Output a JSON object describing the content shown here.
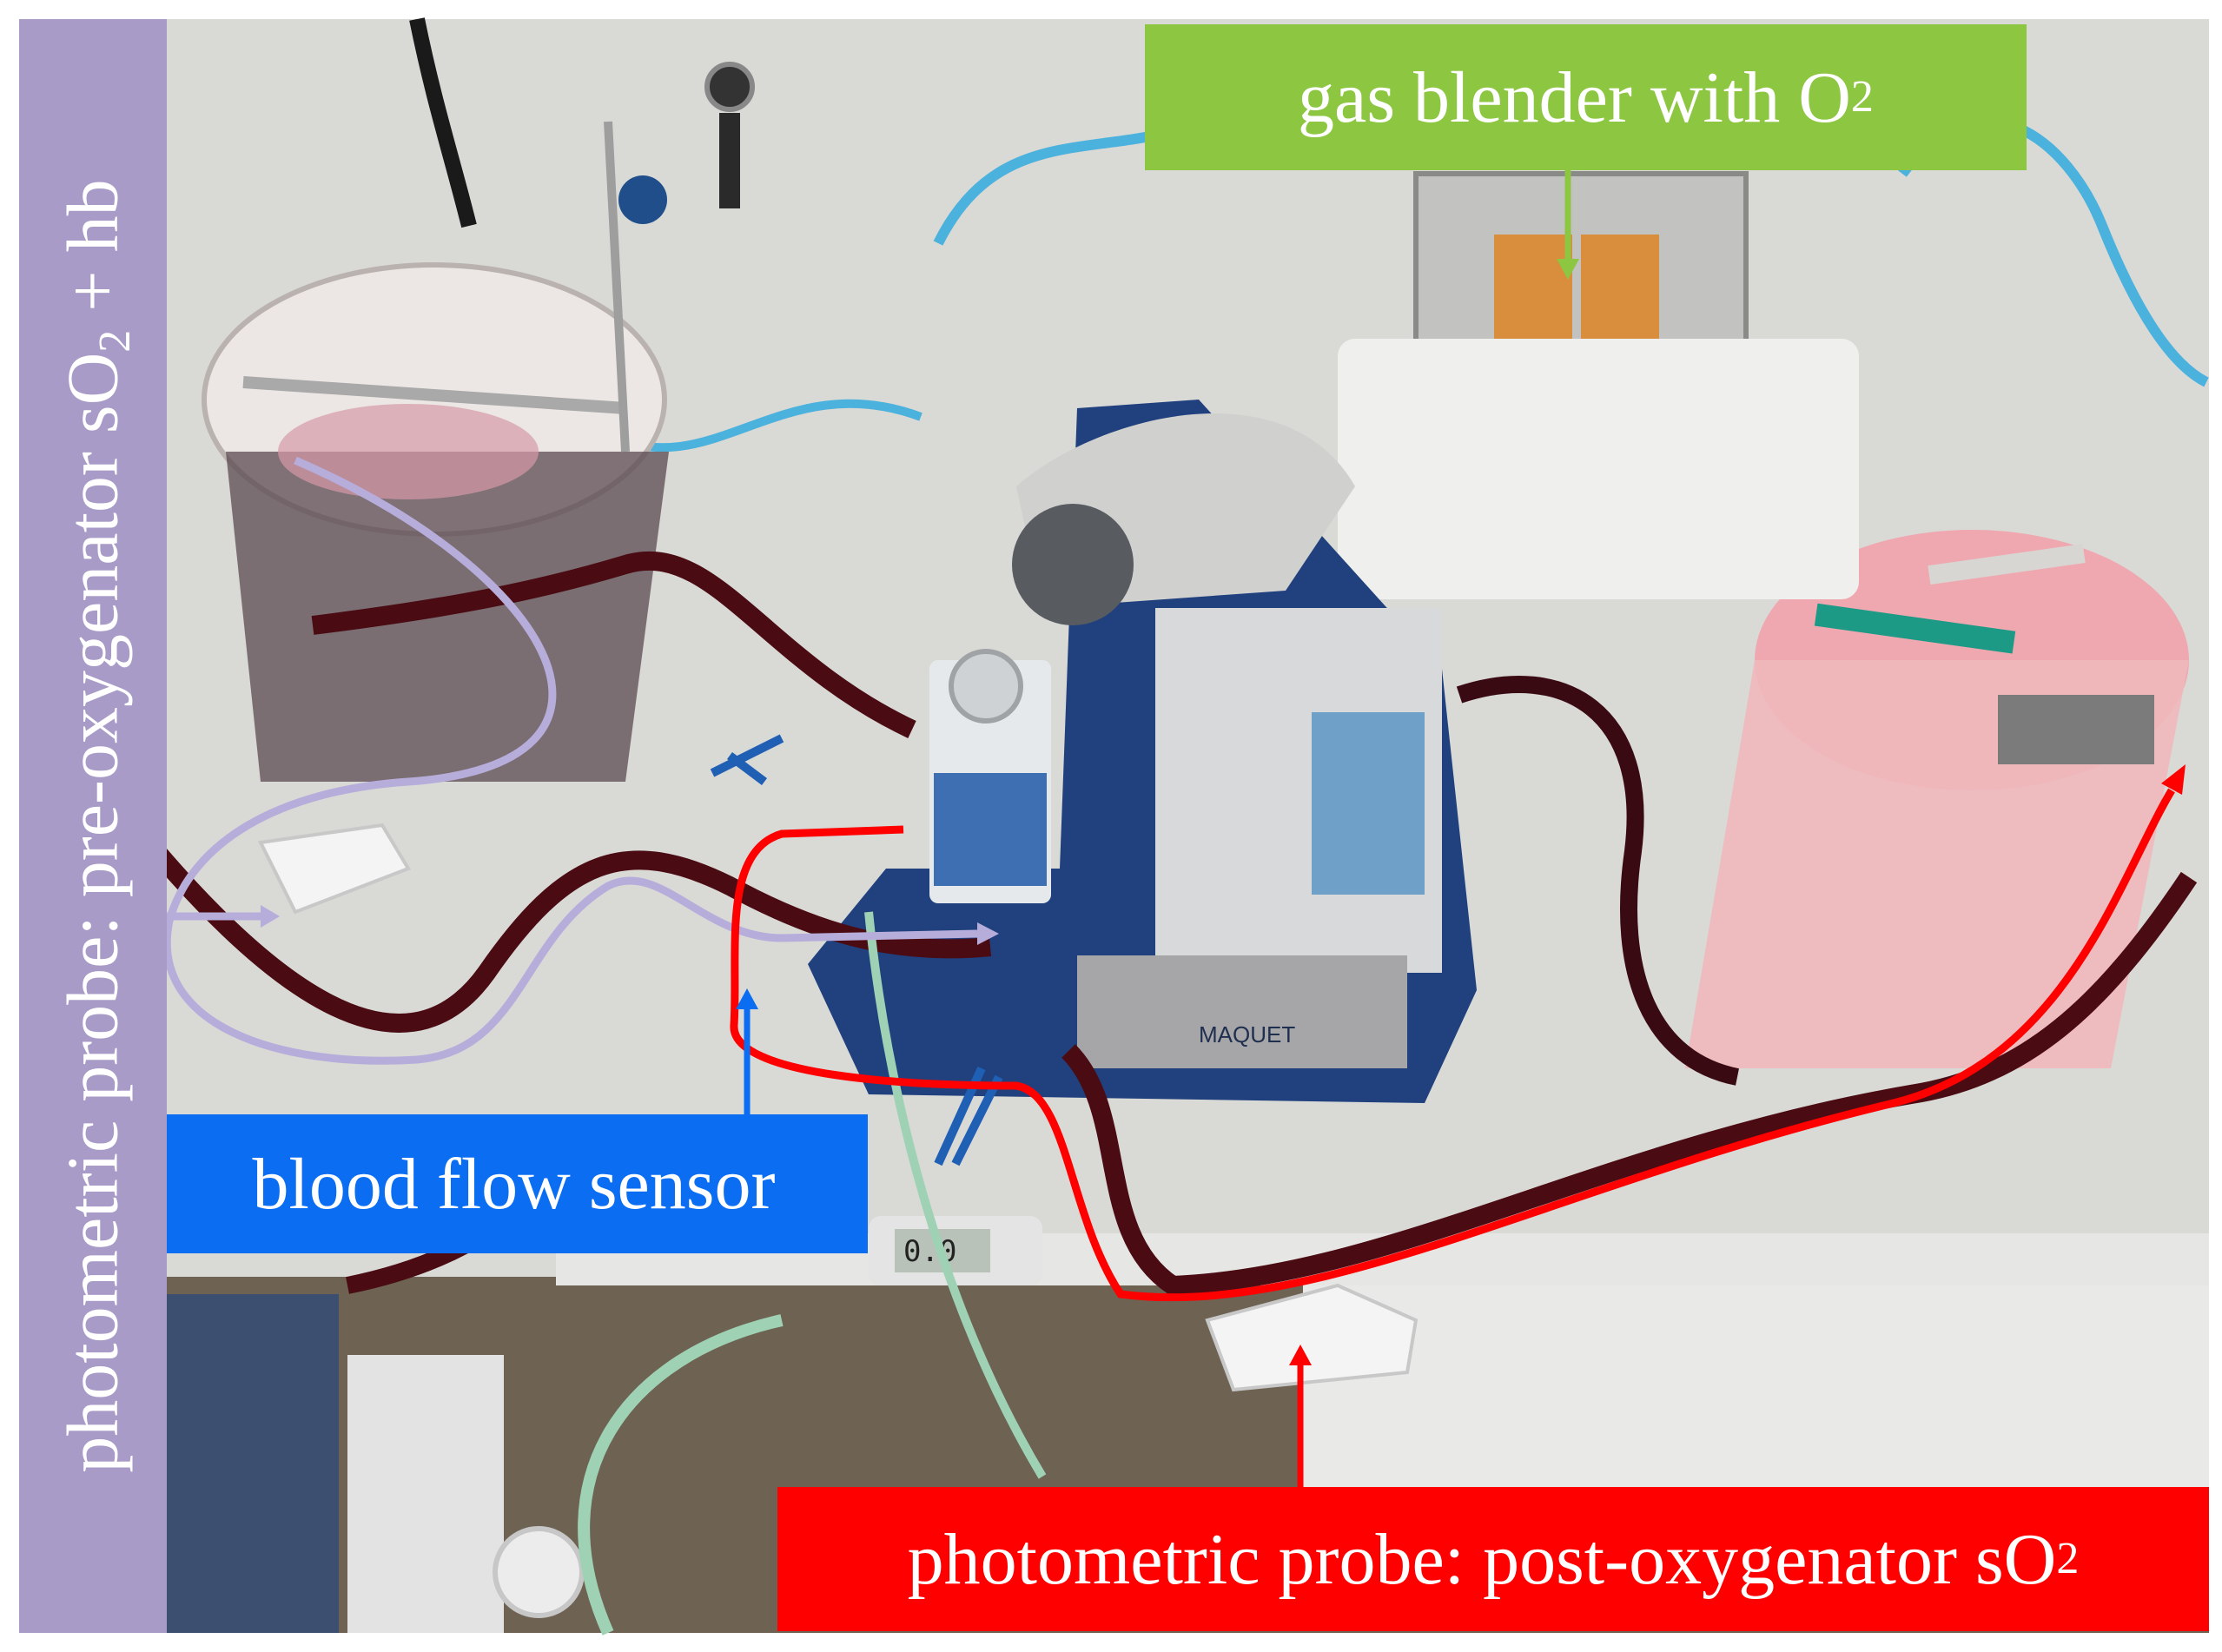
{
  "labels": {
    "gas_blender": {
      "text": "gas blender with O",
      "sub": "2",
      "color": "#8dc641"
    },
    "blood_flow": {
      "text": "blood flow sensor",
      "color": "#0a6df2"
    },
    "post_probe": {
      "text": "photometric probe: post-oxygenator sO",
      "sub": "2",
      "color": "#fe0000"
    },
    "pre_probe": {
      "text_a": "photometric probe: pre-oxygenator sO",
      "sub": "2",
      "text_b": " + hb",
      "color": "#a89bc7"
    }
  },
  "photo": {
    "device_text": "MAQUET",
    "display_reading": "0.0",
    "arrow_colors": {
      "gas": "#8dc641",
      "flow": "#0a6df2",
      "post": "#fe0000",
      "pre": "#b7addb"
    }
  }
}
